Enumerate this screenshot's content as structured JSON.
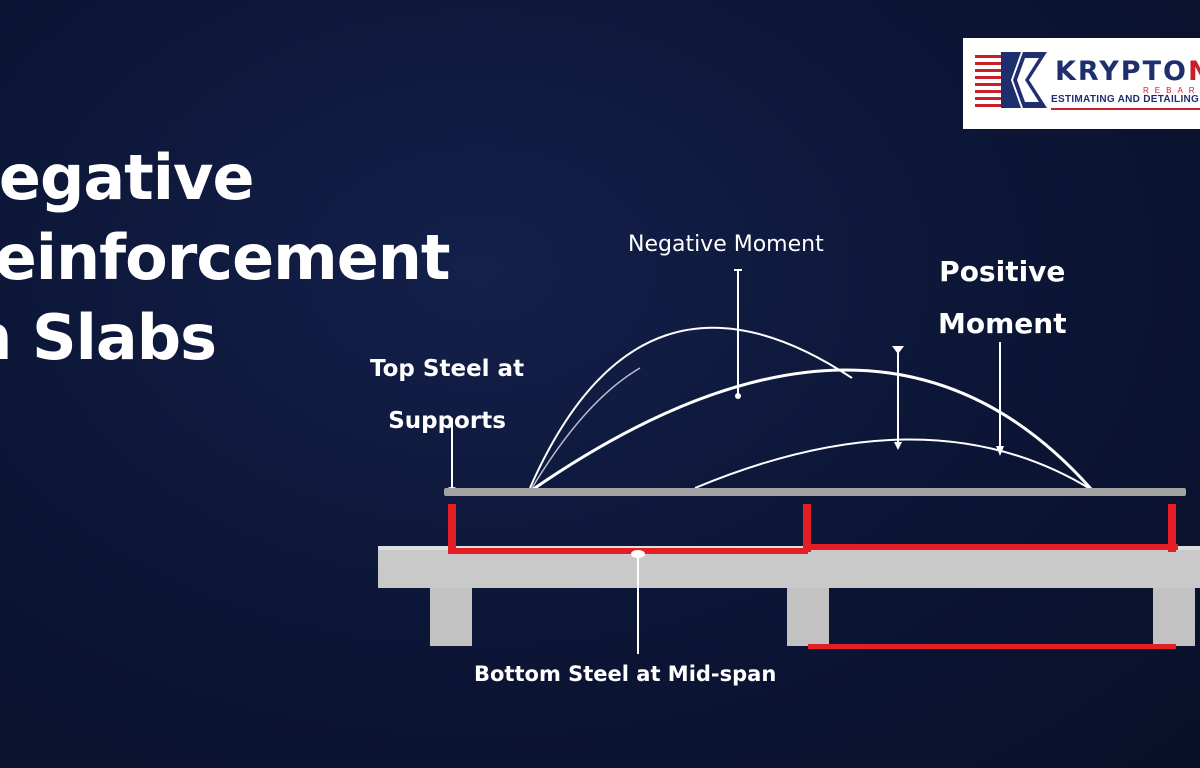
{
  "title": {
    "line1": "Negative",
    "line2": "Reinforcement",
    "line3": "in Slabs"
  },
  "logo": {
    "name_part1": "KRYPTO",
    "name_part2": "N",
    "rebar_text": "REBAR",
    "tagline": "ESTIMATING AND DETAILING SERVICES",
    "colors": {
      "navy": "#1f2f6e",
      "red": "#c8202a"
    }
  },
  "diagram": {
    "labels": {
      "negative_moment": "Negative Moment",
      "positive_moment_line1": "Positive",
      "positive_moment_line2": "Moment",
      "top_steel_line1": "Top Steel at",
      "top_steel_line2": "Supports",
      "bottom_steel": "Bottom  Steel at Mid-span"
    },
    "colors": {
      "background": "#0b1433",
      "curves": "#ffffff",
      "steel": "#e31e24",
      "concrete": "#c9c9c9",
      "top_bar": "#a3a3a3"
    }
  }
}
